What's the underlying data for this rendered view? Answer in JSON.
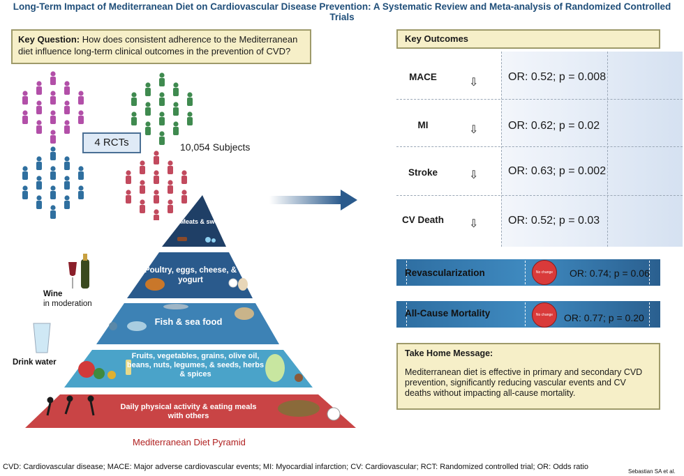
{
  "title": "Long-Term Impact of Mediterranean Diet on Cardiovascular Disease Prevention: A Systematic Review and Meta-analysis of Randomized Controlled Trials",
  "key_question": {
    "label": "Key Question:",
    "text": "How does consistent adherence to the Mediterranean diet influence long-term clinical outcomes in the prevention of CVD?"
  },
  "rct_label": "4 RCTs",
  "subjects_label": "10,054 Subjects",
  "key_outcomes": {
    "title": "Key Outcomes",
    "rows": [
      {
        "name": "MACE",
        "arrow": "⇩",
        "value": "OR: 0.52; p = 0.008"
      },
      {
        "name": "MI",
        "arrow": "⇩",
        "value": "OR: 0.62; p = 0.02"
      },
      {
        "name": "Stroke",
        "arrow": "⇩",
        "value": "OR: 0.63; p = 0.002"
      },
      {
        "name": "CV Death",
        "arrow": "⇩",
        "value": "OR: 0.52; p = 0.03"
      }
    ]
  },
  "no_change_outcomes": [
    {
      "name": "Revascularization",
      "badge": "No change",
      "value": "OR: 0.74; p = 0.06"
    },
    {
      "name": "All-Cause Mortality",
      "badge": "No change",
      "value": "OR: 0.77; p = 0.20"
    }
  ],
  "take_home": {
    "title": "Take Home Message:",
    "text": "Mediterranean diet is effective in primary and secondary CVD prevention, significantly reducing vascular events and CV deaths without impacting all-cause mortality."
  },
  "pyramid": {
    "tiers": [
      {
        "label": "Meats & sweets",
        "color": "#1f3f66"
      },
      {
        "label": "Poultry, eggs, cheese, & yogurt",
        "color": "#2a5a8c"
      },
      {
        "label": "Fish & sea food",
        "color": "#3d82b5"
      },
      {
        "label": "Fruits, vegetables, grains, olive oil, beans, nuts, legumes, & seeds, herbs & spices",
        "color": "#4aa3c9"
      },
      {
        "label": "Daily physical activity & eating meals with others",
        "color": "#c94445"
      }
    ],
    "wine_label": "Wine",
    "wine_note": "in moderation",
    "water_label": "Drink water",
    "caption": "Mediterranean Diet Pyramid"
  },
  "people_colors": [
    "#b24fa8",
    "#3f8a4f",
    "#2f6f9f",
    "#c24a5e"
  ],
  "footer": "CVD: Cardiovascular disease; MACE: Major adverse cardiovascular events; MI: Myocardial infarction; CV: Cardiovascular; RCT: Randomized controlled trial; OR: Odds ratio",
  "credit": "Sebastian SA et al."
}
